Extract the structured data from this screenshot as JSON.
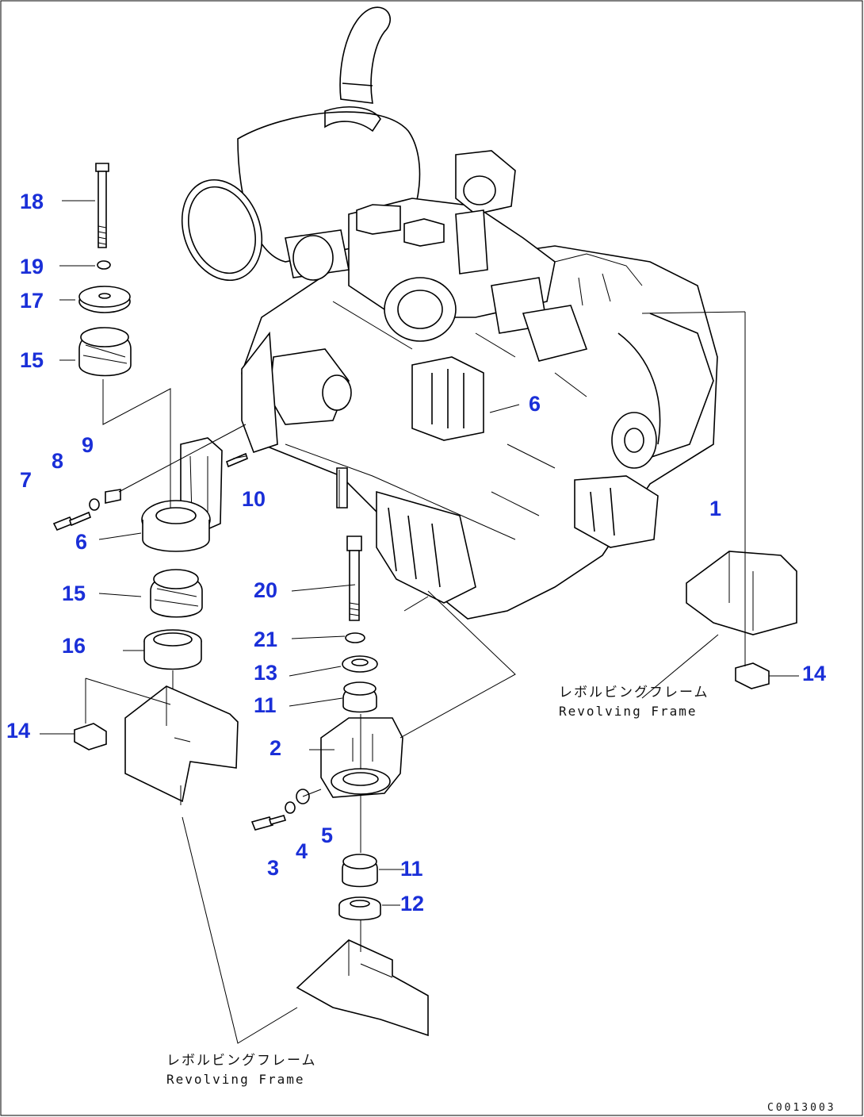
{
  "callouts": {
    "c18": "18",
    "c19": "19",
    "c17": "17",
    "c15a": "15",
    "c9": "9",
    "c8": "8",
    "c7": "7",
    "c10": "10",
    "c6a": "6",
    "c6b": "6",
    "c15b": "15",
    "c16": "16",
    "c14a": "14",
    "c20": "20",
    "c21": "21",
    "c13": "13",
    "c11a": "11",
    "c2": "2",
    "c5": "5",
    "c4": "4",
    "c3": "3",
    "c11b": "11",
    "c12": "12",
    "c1": "1",
    "c14b": "14"
  },
  "frame_label_right": {
    "jp": "レボルビングフレーム",
    "en": "Revolving Frame"
  },
  "frame_label_bottom": {
    "jp": "レボルビングフレーム",
    "en": "Revolving Frame"
  },
  "drawing_code": "C0013003",
  "colors": {
    "callout": "#1a2fd8",
    "line": "#000000",
    "background": "#ffffff"
  }
}
